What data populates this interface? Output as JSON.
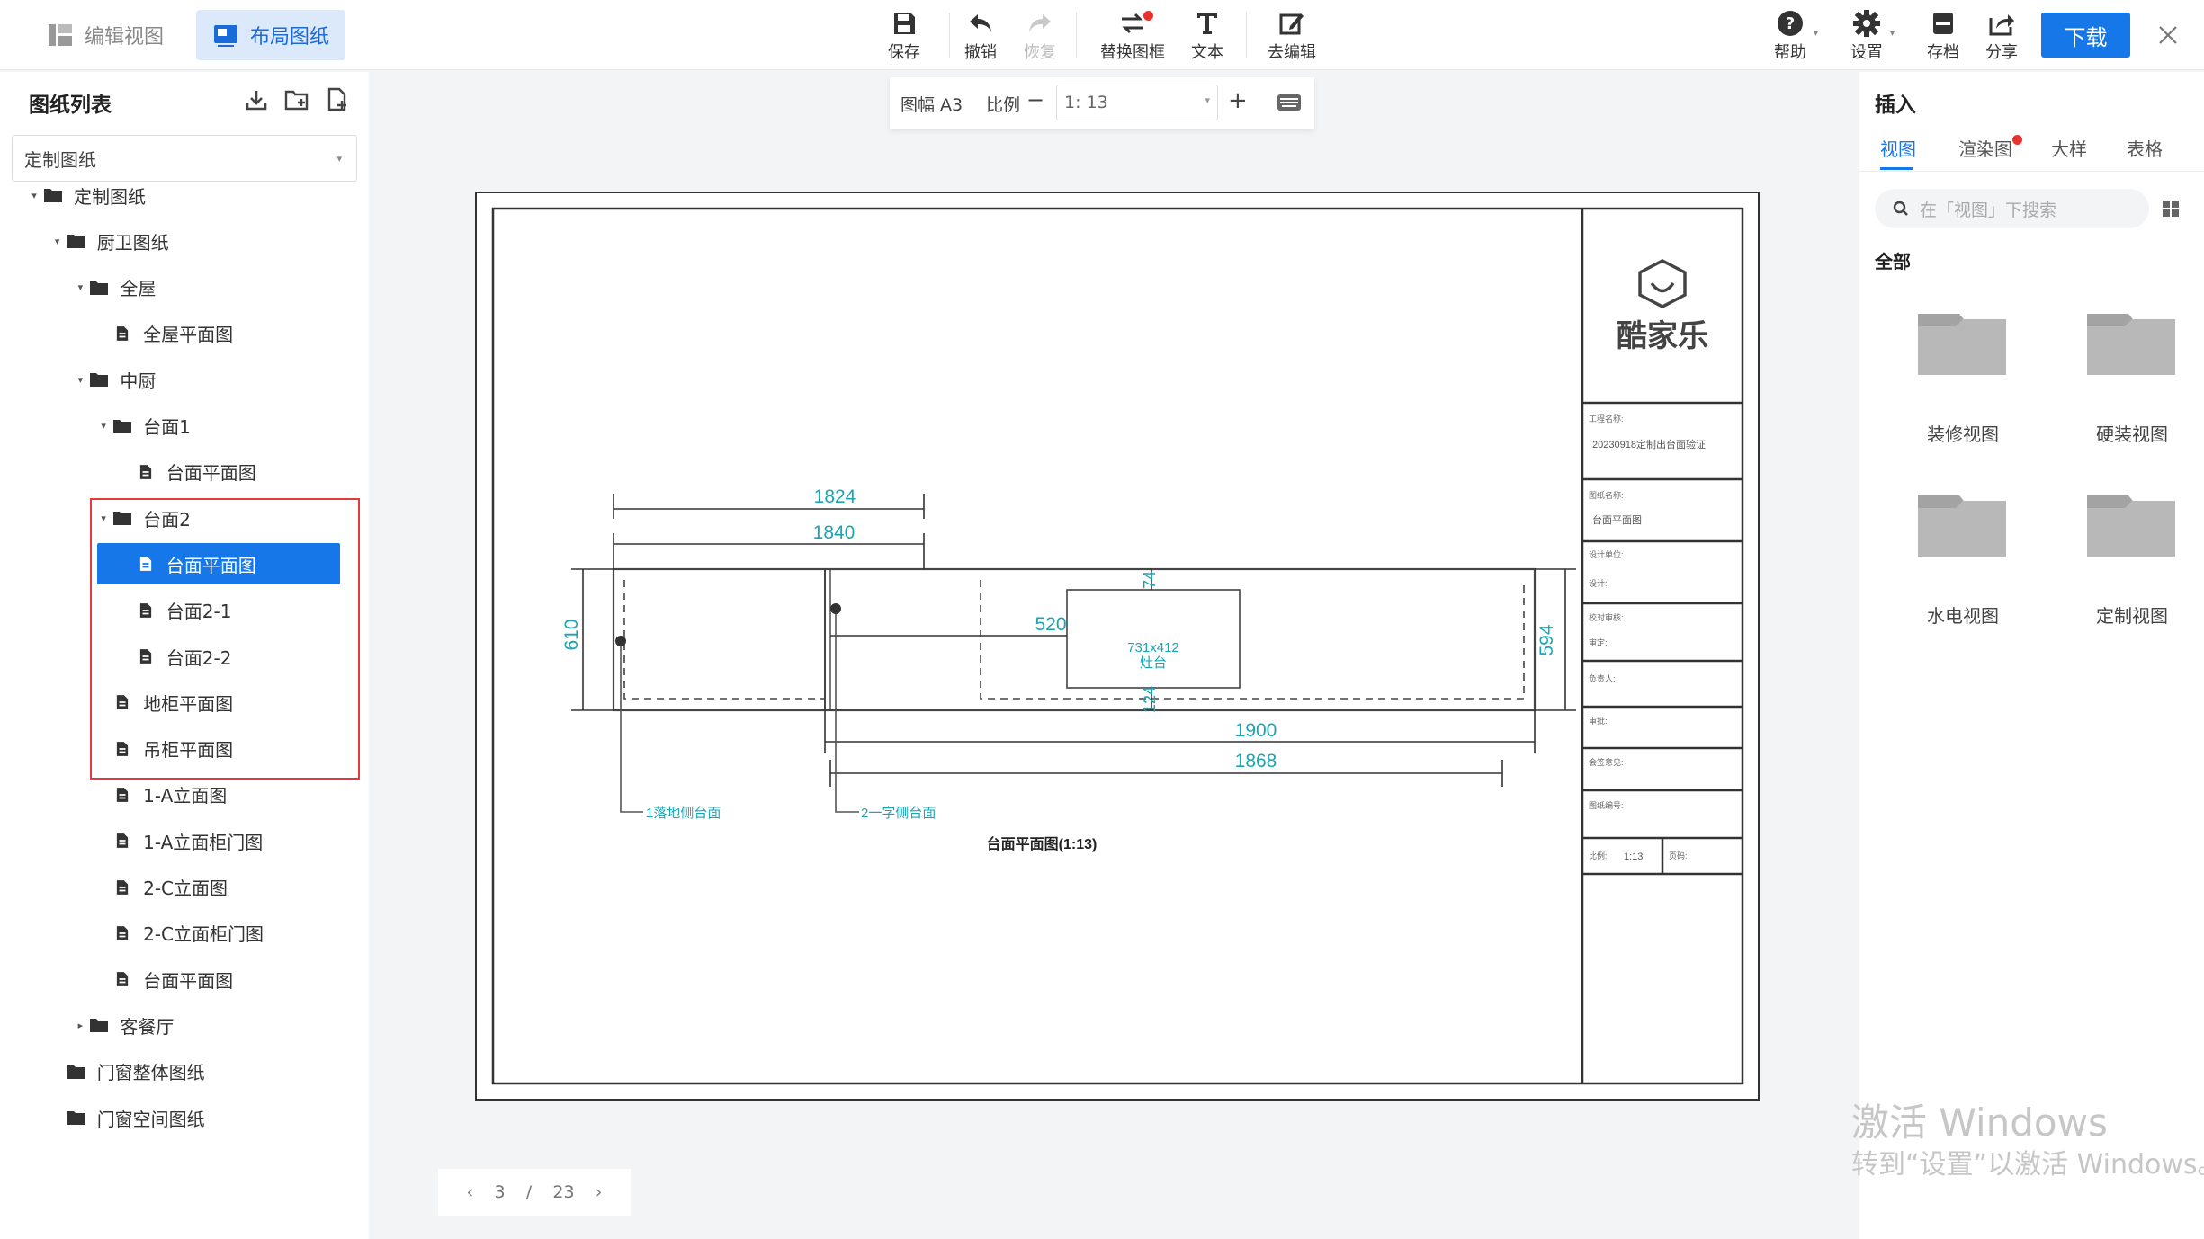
{
  "top_bar": {
    "mode_tabs": [
      {
        "label": "编辑视图",
        "active": false
      },
      {
        "label": "布局图纸",
        "active": true
      }
    ],
    "tools": {
      "save": "保存",
      "undo": "撤销",
      "redo": "恢复",
      "replace_frame": "替换图框",
      "text": "文本",
      "go_edit": "去编辑"
    },
    "right_tools": {
      "help": "帮助",
      "settings": "设置",
      "archive": "存档",
      "share": "分享"
    },
    "download_label": "下载"
  },
  "left_panel": {
    "title": "图纸列表",
    "select_value": "定制图纸",
    "tree": [
      {
        "label": "定制图纸",
        "type": "folder",
        "depth": 0,
        "expanded": true
      },
      {
        "label": "厨卫图纸",
        "type": "folder",
        "depth": 1,
        "expanded": true
      },
      {
        "label": "全屋",
        "type": "folder",
        "depth": 2,
        "expanded": true
      },
      {
        "label": "全屋平面图",
        "type": "file",
        "depth": 3
      },
      {
        "label": "中厨",
        "type": "folder",
        "depth": 2,
        "expanded": true
      },
      {
        "label": "台面1",
        "type": "folder",
        "depth": 3,
        "expanded": true
      },
      {
        "label": "台面平面图",
        "type": "file",
        "depth": 4
      },
      {
        "label": "台面2",
        "type": "folder",
        "depth": 3,
        "expanded": true
      },
      {
        "label": "台面平面图",
        "type": "file",
        "depth": 4,
        "selected": true
      },
      {
        "label": "台面2-1",
        "type": "file",
        "depth": 4
      },
      {
        "label": "台面2-2",
        "type": "file",
        "depth": 4
      },
      {
        "label": "地柜平面图",
        "type": "file",
        "depth": 3
      },
      {
        "label": "吊柜平面图",
        "type": "file",
        "depth": 3
      },
      {
        "label": "1-A立面图",
        "type": "file",
        "depth": 3
      },
      {
        "label": "1-A立面柜门图",
        "type": "file",
        "depth": 3
      },
      {
        "label": "2-C立面图",
        "type": "file",
        "depth": 3
      },
      {
        "label": "2-C立面柜门图",
        "type": "file",
        "depth": 3
      },
      {
        "label": "台面平面图",
        "type": "file",
        "depth": 3
      },
      {
        "label": "客餐厅",
        "type": "folder",
        "depth": 2,
        "expanded": false
      },
      {
        "label": "门窗整体图纸",
        "type": "folder",
        "depth": 1
      },
      {
        "label": "门窗空间图纸",
        "type": "folder",
        "depth": 1
      }
    ]
  },
  "float_bar": {
    "paper": "图幅 A3",
    "scale_label": "比例",
    "scale_value": "1: 13"
  },
  "drawing": {
    "dims": {
      "top1": "1824",
      "top2": "1840",
      "left": "610",
      "right": "594",
      "cut_width": "520",
      "cut_top": "74",
      "cut_bottom": "124",
      "bottom1": "1900",
      "bottom2": "1868"
    },
    "cooktop_size": "731x412",
    "cooktop_label": "灶台",
    "label_1": "1落地侧台面",
    "label_2": "2一字侧台面",
    "caption": "台面平面图(1:13)",
    "logo_text": "酷家乐",
    "title_block": {
      "project_label": "工程名称:",
      "project_value": "20230918定制出台面验证",
      "drawing_label": "图纸名称:",
      "drawing_value": "台面平面图",
      "rows": [
        "设计单位:",
        "设计:",
        "校对审核:",
        "审定:",
        "负责人:",
        "审批:",
        "会签意见:",
        "图纸编号:"
      ],
      "scale_label": "比例:",
      "scale_value": "1:13",
      "page_label": "页码:"
    }
  },
  "pager": {
    "current": "3",
    "sep": "/",
    "total": "23"
  },
  "right_panel": {
    "title": "插入",
    "tabs": [
      {
        "label": "视图",
        "active": true
      },
      {
        "label": "渲染图",
        "active": false,
        "dot": true
      },
      {
        "label": "大样",
        "active": false
      },
      {
        "label": "表格",
        "active": false
      }
    ],
    "search_placeholder": "在「视图」下搜索",
    "all_label": "全部",
    "cards": [
      "装修视图",
      "硬装视图",
      "水电视图",
      "定制视图"
    ]
  },
  "watermark": {
    "line1": "激活 Windows",
    "line2": "转到“设置”以激活 Windows。"
  },
  "colors": {
    "accent": "#1677e8",
    "dimension": "#1aa5b3",
    "selection_box": "#e5393b"
  }
}
